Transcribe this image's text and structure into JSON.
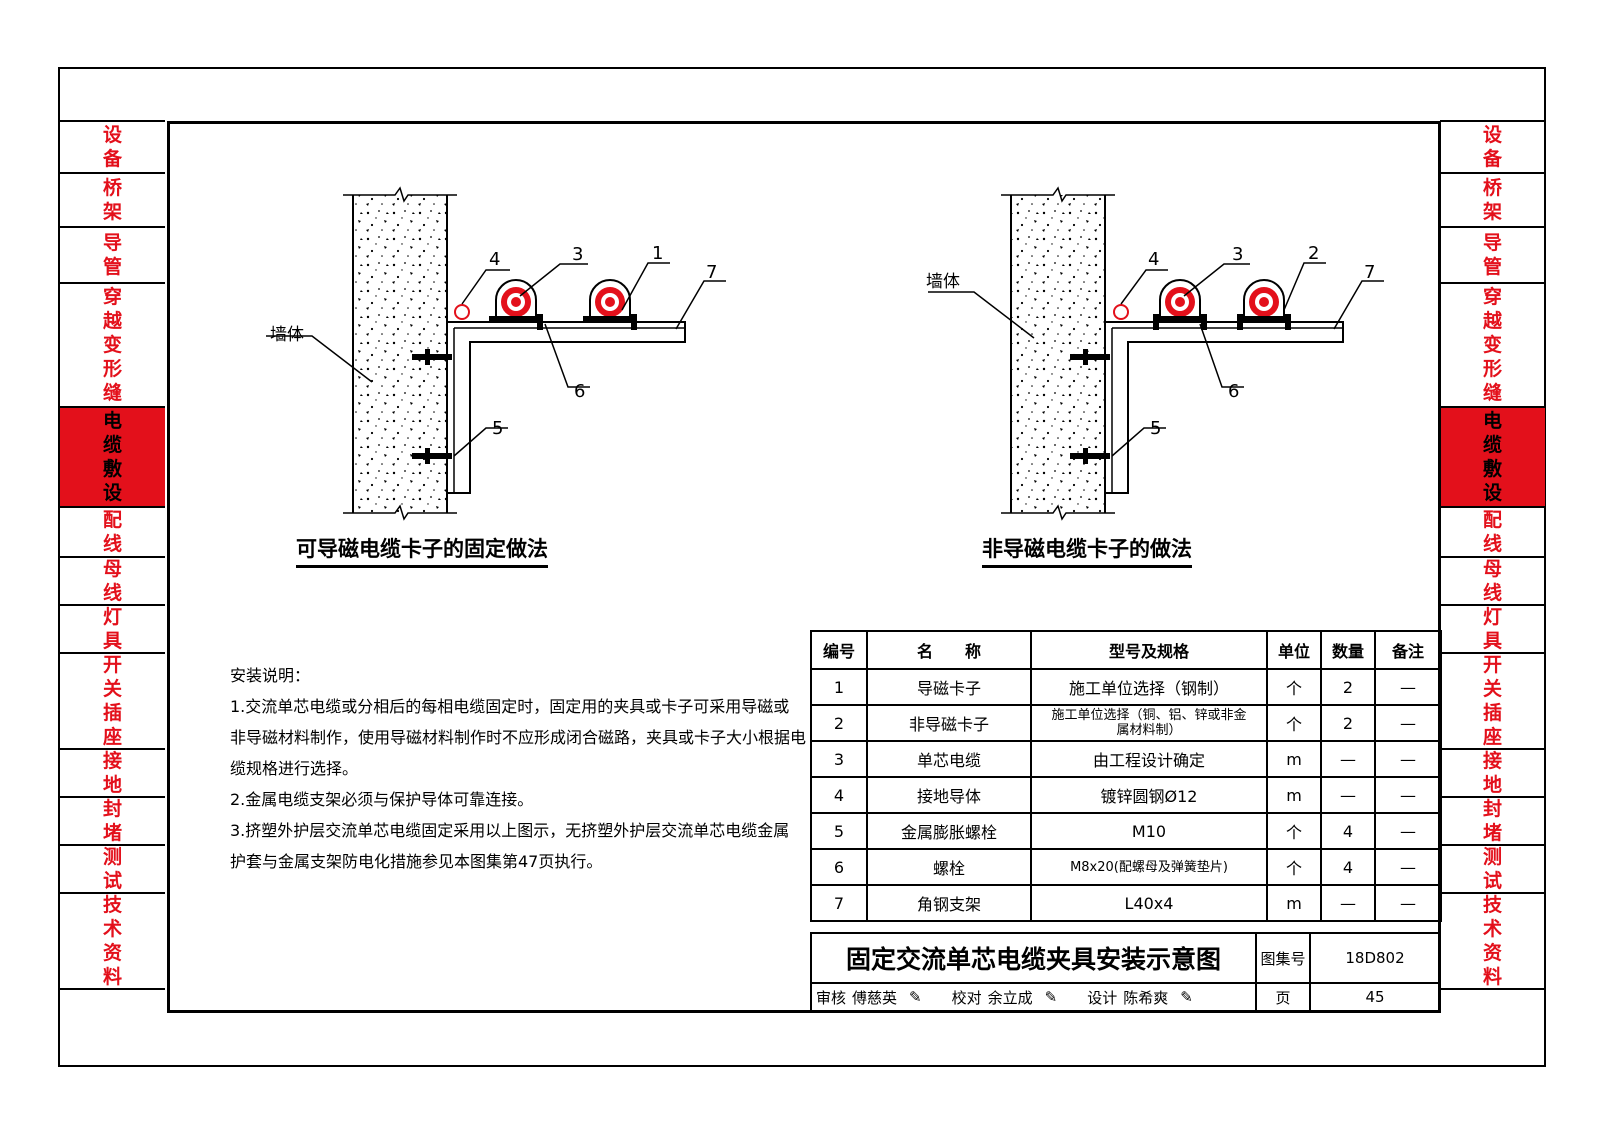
{
  "side_tabs": [
    {
      "label": "设备",
      "active": false
    },
    {
      "label": "桥架",
      "active": false
    },
    {
      "label": "导管",
      "active": false
    },
    {
      "label": "穿越变形缝",
      "active": false
    },
    {
      "label": "电缆敷设",
      "active": true
    },
    {
      "label": "配线",
      "active": false
    },
    {
      "label": "母线",
      "active": false
    },
    {
      "label": "灯具",
      "active": false
    },
    {
      "label": "开关插座",
      "active": false
    },
    {
      "label": "接地",
      "active": false
    },
    {
      "label": "封堵",
      "active": false
    },
    {
      "label": "测试",
      "active": false
    },
    {
      "label": "技术资料",
      "active": false
    }
  ],
  "diagram_left": {
    "caption": "可导磁电缆卡子的固定做法",
    "wall_label": "墙体",
    "callouts": [
      "4",
      "3",
      "1",
      "7",
      "6",
      "5"
    ]
  },
  "diagram_right": {
    "caption": "非导磁电缆卡子的做法",
    "wall_label": "墙体",
    "callouts": [
      "4",
      "3",
      "2",
      "7",
      "6",
      "5"
    ]
  },
  "notes": {
    "heading": "安装说明：",
    "lines": [
      "1.交流单芯电缆或分相后的每相电缆固定时，固定用的夹具或卡子可采用导磁或",
      "非导磁材料制作，使用导磁材料制作时不应形成闭合磁路，夹具或卡子大小根据电",
      "缆规格进行选择。",
      "2.金属电缆支架必须与保护导体可靠连接。",
      "3.挤塑外护层交流单芯电缆固定采用以上图示，无挤塑外护层交流单芯电缆金属",
      "护套与金属支架防电化措施参见本图集第47页执行。"
    ]
  },
  "bom": {
    "headers": [
      "编号",
      "名　　称",
      "型号及规格",
      "单位",
      "数量",
      "备注"
    ],
    "rows": [
      [
        "1",
        "导磁卡子",
        "施工单位选择（钢制）",
        "个",
        "2",
        "—"
      ],
      [
        "2",
        "非导磁卡子",
        "施工单位选择（铜、铝、锌或非金属材料制）",
        "个",
        "2",
        "—"
      ],
      [
        "3",
        "单芯电缆",
        "由工程设计确定",
        "m",
        "—",
        "—"
      ],
      [
        "4",
        "接地导体",
        "镀锌圆钢Ø12",
        "m",
        "—",
        "—"
      ],
      [
        "5",
        "金属膨胀螺栓",
        "M10",
        "个",
        "4",
        "—"
      ],
      [
        "6",
        "螺栓",
        "M8x20(配螺母及弹簧垫片)",
        "个",
        "4",
        "—"
      ],
      [
        "7",
        "角钢支架",
        "L40x4",
        "m",
        "—",
        "—"
      ]
    ]
  },
  "title_block": {
    "title": "固定交流单芯电缆夹具安装示意图",
    "atlas_label": "图集号",
    "atlas_no": "18D802",
    "review_label": "审核",
    "reviewer": "傅慈英",
    "check_label": "校对",
    "checker": "余立成",
    "design_label": "设计",
    "designer": "陈希爽",
    "page_label": "页",
    "page_no": "45"
  },
  "colors": {
    "accent": "#e3101b",
    "line": "#000000"
  }
}
